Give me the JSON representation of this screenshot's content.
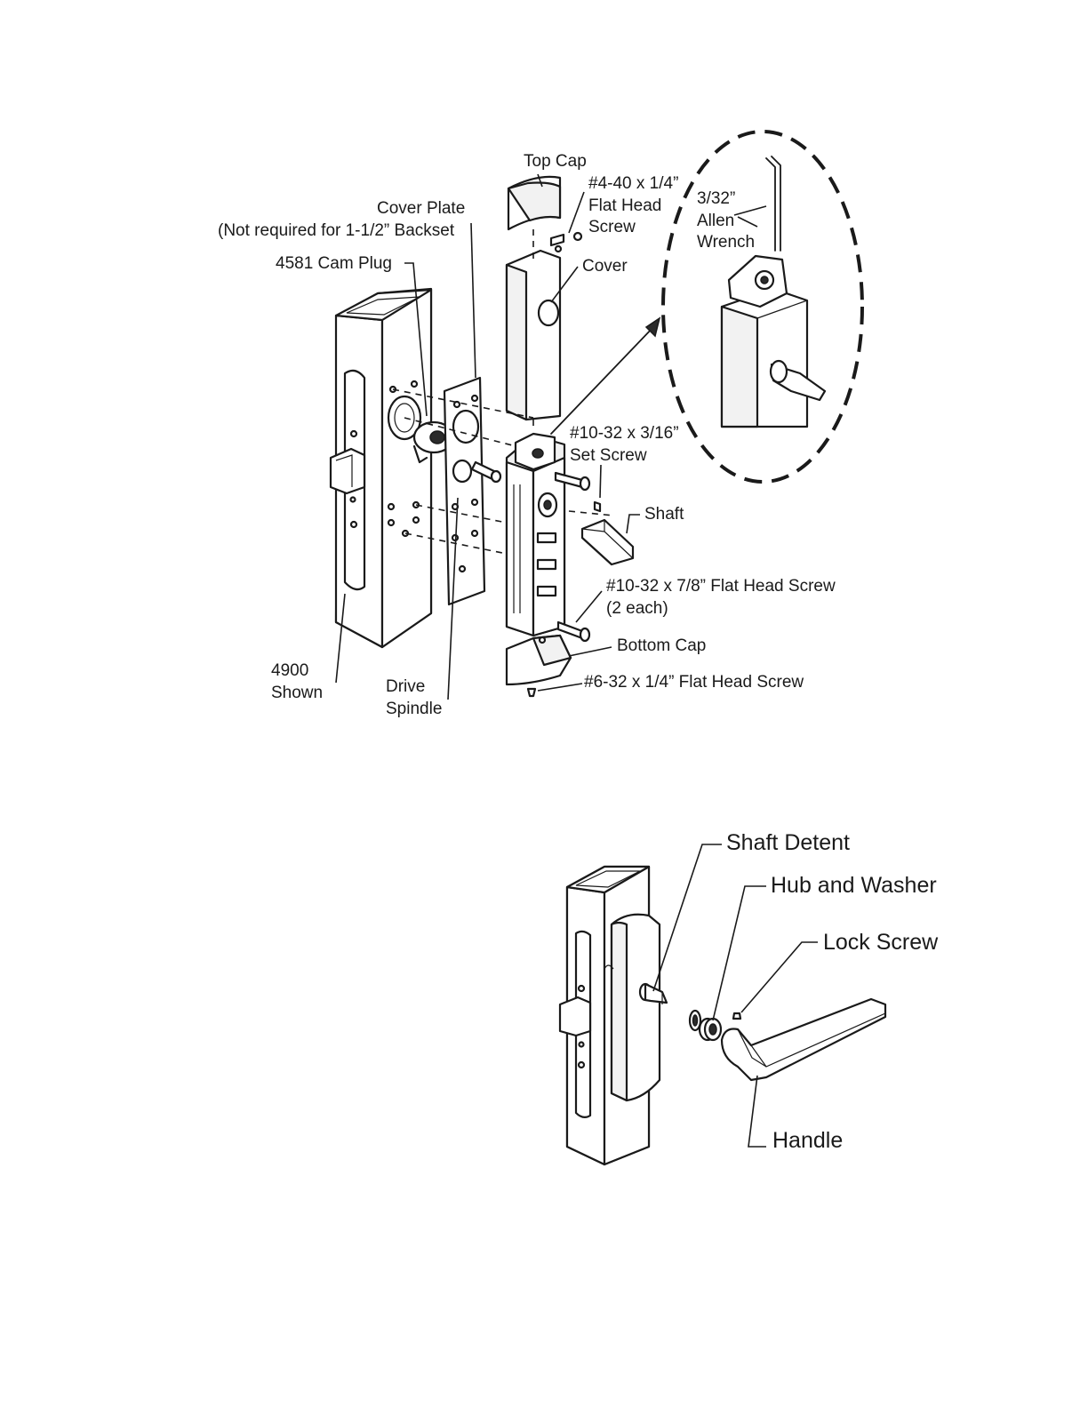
{
  "upper_diagram": {
    "labels": {
      "top_cap": "Top Cap",
      "screw_4_40_line1": "#4-40 x 1/4”",
      "screw_4_40_line2": "Flat Head",
      "screw_4_40_line3": "Screw",
      "allen_line1": "3/32”",
      "allen_line2": "Allen",
      "allen_line3": "Wrench",
      "cover_plate_line1": "Cover Plate",
      "cover_plate_line2": "(Not required for 1-1/2” Backset",
      "cam_plug": "4581 Cam Plug",
      "cover": "Cover",
      "set_screw_line1": "#10-32 x 3/16”",
      "set_screw_line2": "Set Screw",
      "shaft": "Shaft",
      "flat_screw_78_line1": "#10-32 x 7/8” Flat Head Screw",
      "flat_screw_78_line2": "(2 each)",
      "bottom_cap": "Bottom Cap",
      "screw_6_32": "#6-32 x 1/4” Flat Head Screw",
      "shown_line1": "4900",
      "shown_line2": "Shown",
      "drive_spindle_line1": "Drive",
      "drive_spindle_line2": "Spindle"
    }
  },
  "lower_diagram": {
    "labels": {
      "shaft_detent": "Shaft Detent",
      "hub_washer": "Hub and Washer",
      "lock_screw": "Lock Screw",
      "handle": "Handle"
    }
  }
}
